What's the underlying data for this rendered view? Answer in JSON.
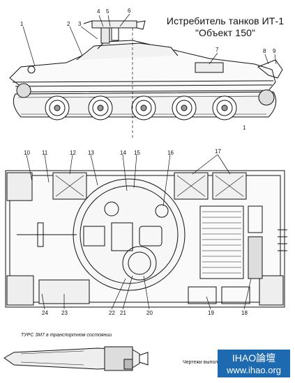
{
  "title": {
    "line1": "Истребитель танков ИТ-1",
    "line2": "\"Объект 150\""
  },
  "side_view_labels": [
    "1",
    "2",
    "3",
    "4",
    "5",
    "6",
    "7",
    "8",
    "9"
  ],
  "side_view_mark": "1",
  "top_view_labels": [
    "10",
    "11",
    "12",
    "13",
    "14",
    "15",
    "16",
    "17",
    "18",
    "19",
    "20",
    "21",
    "22",
    "23",
    "24"
  ],
  "missile_caption": "ТУРС 3М7 в транспортном состоянии",
  "footer_text": "Чертежи выпол",
  "watermark": {
    "line1": "IHAO論壇",
    "line2": "www.ihao.org"
  }
}
